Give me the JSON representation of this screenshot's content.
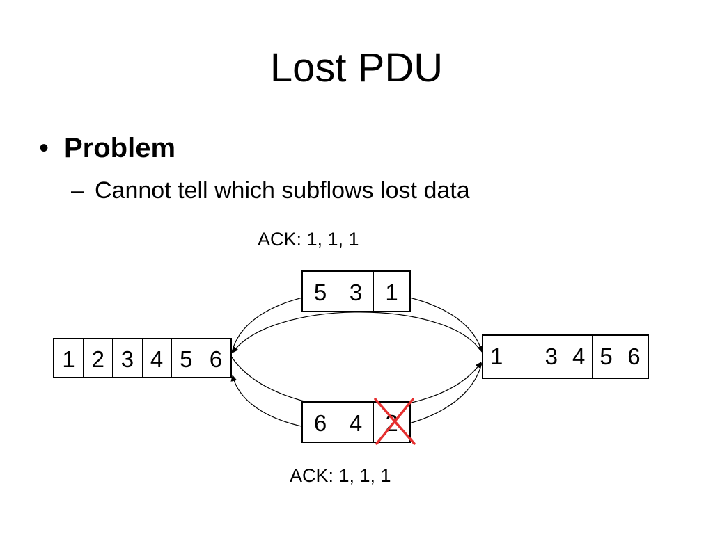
{
  "title": "Lost PDU",
  "bullet": {
    "marker": "•",
    "heading": "Problem",
    "sub_marker": "–",
    "sub_text": "Cannot tell which subflows lost data"
  },
  "ack_top": "ACK: 1, 1, 1",
  "ack_bottom": "ACK: 1, 1, 1",
  "sender_buffer": [
    "1",
    "2",
    "3",
    "4",
    "5",
    "6"
  ],
  "receiver_buffer": [
    "1",
    "",
    "3",
    "4",
    "5",
    "6"
  ],
  "subflow_top": [
    "5",
    "3",
    "1"
  ],
  "subflow_bottom": [
    "6",
    "4",
    "2"
  ],
  "lost_marker_color": "#e53030"
}
